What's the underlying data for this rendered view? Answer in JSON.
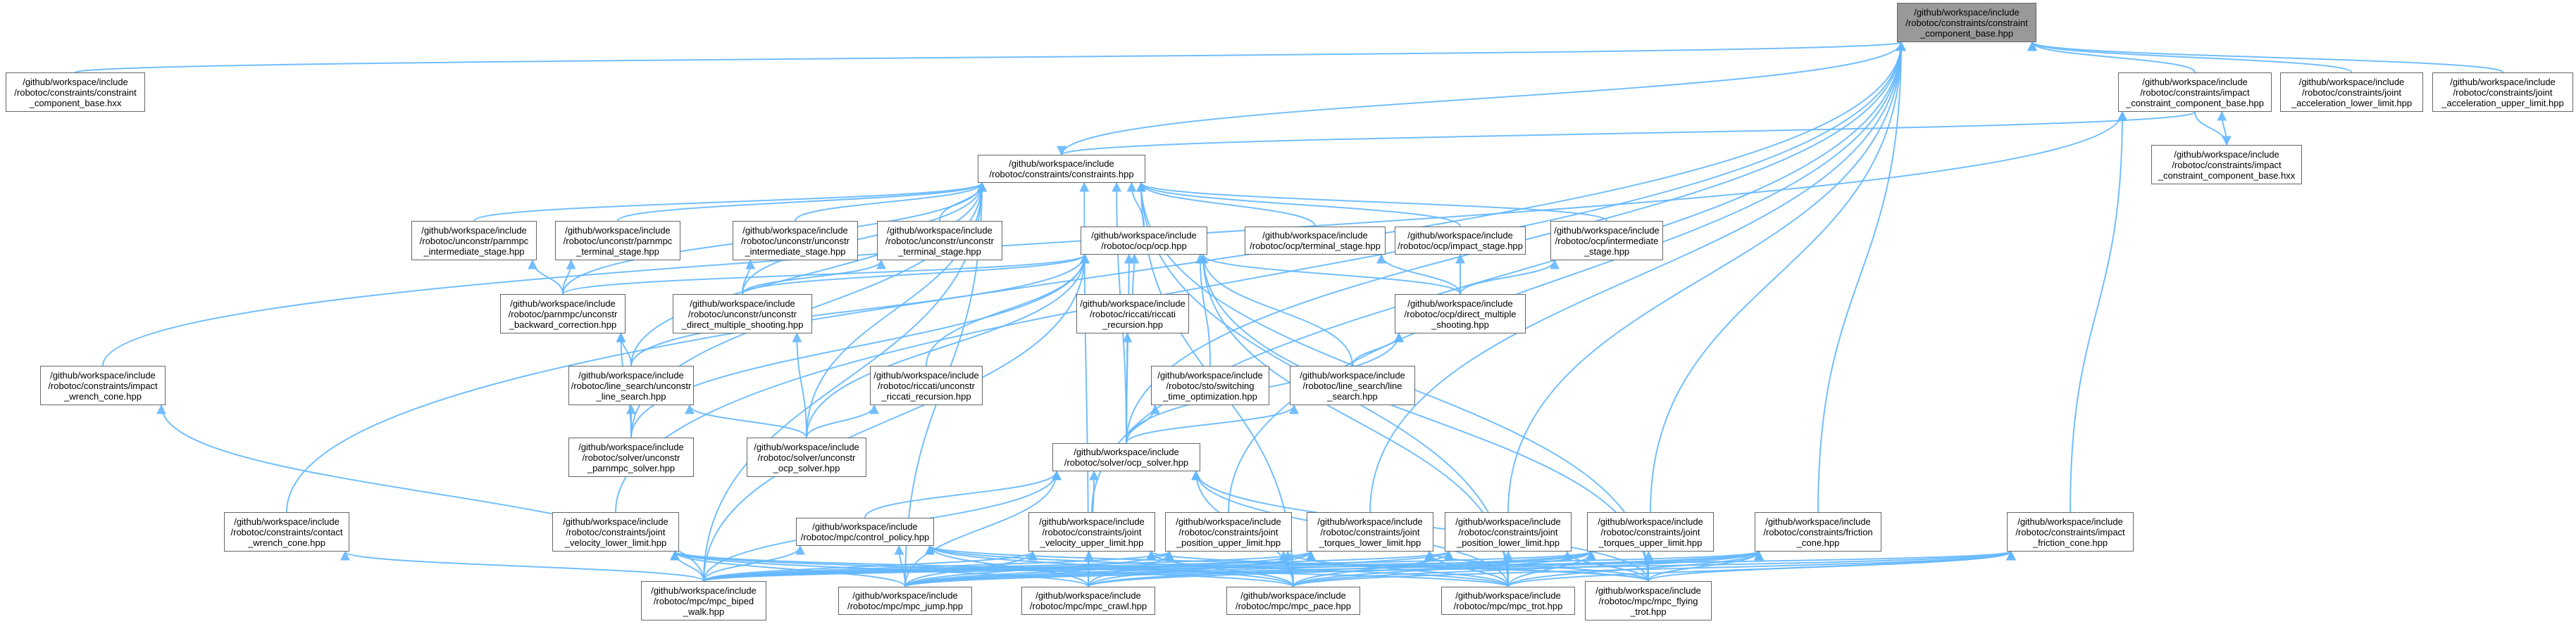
{
  "colors": {
    "edge": "#63b8ff",
    "node_border": "#666666",
    "root_fill": "#999999",
    "node_fill": "#ffffff"
  },
  "nodes": [
    {
      "id": "root",
      "lines": [
        "/github/workspace/include",
        "/robotoc/constraints/constraint",
        "_component_base.hpp"
      ]
    },
    {
      "id": "ccb_hxx",
      "lines": [
        "/github/workspace/include",
        "/robotoc/constraints/constraint",
        "_component_base.hxx"
      ]
    },
    {
      "id": "impact_ccb",
      "lines": [
        "/github/workspace/include",
        "/robotoc/constraints/impact",
        "_constraint_component_base.hpp"
      ]
    },
    {
      "id": "ja_lower",
      "lines": [
        "/github/workspace/include",
        "/robotoc/constraints/joint",
        "_acceleration_lower_limit.hpp"
      ]
    },
    {
      "id": "ja_upper",
      "lines": [
        "/github/workspace/include",
        "/robotoc/constraints/joint",
        "_acceleration_upper_limit.hpp"
      ]
    },
    {
      "id": "constraints",
      "lines": [
        "/github/workspace/include",
        "/robotoc/constraints/constraints.hpp"
      ]
    },
    {
      "id": "impact_ccb_hxx",
      "lines": [
        "/github/workspace/include",
        "/robotoc/constraints/impact",
        "_constraint_component_base.hxx"
      ]
    },
    {
      "id": "pm_inter",
      "lines": [
        "/github/workspace/include",
        "/robotoc/unconstr/parnmpc",
        "_intermediate_stage.hpp"
      ]
    },
    {
      "id": "pm_term",
      "lines": [
        "/github/workspace/include",
        "/robotoc/unconstr/parnmpc",
        "_terminal_stage.hpp"
      ]
    },
    {
      "id": "un_inter",
      "lines": [
        "/github/workspace/include",
        "/robotoc/unconstr/unconstr",
        "_intermediate_stage.hpp"
      ]
    },
    {
      "id": "un_term",
      "lines": [
        "/github/workspace/include",
        "/robotoc/unconstr/unconstr",
        "_terminal_stage.hpp"
      ]
    },
    {
      "id": "ocp",
      "lines": [
        "/github/workspace/include",
        "/robotoc/ocp/ocp.hpp"
      ]
    },
    {
      "id": "ocp_term",
      "lines": [
        "/github/workspace/include",
        "/robotoc/ocp/terminal_stage.hpp"
      ]
    },
    {
      "id": "ocp_impact",
      "lines": [
        "/github/workspace/include",
        "/robotoc/ocp/impact_stage.hpp"
      ]
    },
    {
      "id": "ocp_inter",
      "lines": [
        "/github/workspace/include",
        "/robotoc/ocp/intermediate",
        "_stage.hpp"
      ]
    },
    {
      "id": "pm_bwd",
      "lines": [
        "/github/workspace/include",
        "/robotoc/parnmpc/unconstr",
        "_backward_correction.hpp"
      ]
    },
    {
      "id": "un_dms",
      "lines": [
        "/github/workspace/include",
        "/robotoc/unconstr/unconstr",
        "_direct_multiple_shooting.hpp"
      ]
    },
    {
      "id": "riccati_rec",
      "lines": [
        "/github/workspace/include",
        "/robotoc/riccati/riccati",
        "_recursion.hpp"
      ]
    },
    {
      "id": "ocp_dms",
      "lines": [
        "/github/workspace/include",
        "/robotoc/ocp/direct_multiple",
        "_shooting.hpp"
      ]
    },
    {
      "id": "impact_wrench",
      "lines": [
        "/github/workspace/include",
        "/robotoc/constraints/impact",
        "_wrench_cone.hpp"
      ]
    },
    {
      "id": "ls_un",
      "lines": [
        "/github/workspace/include",
        "/robotoc/line_search/unconstr",
        "_line_search.hpp"
      ]
    },
    {
      "id": "riccati_un",
      "lines": [
        "/github/workspace/include",
        "/robotoc/riccati/unconstr",
        "_riccati_recursion.hpp"
      ]
    },
    {
      "id": "sto",
      "lines": [
        "/github/workspace/include",
        "/robotoc/sto/switching",
        "_time_optimization.hpp"
      ]
    },
    {
      "id": "ls",
      "lines": [
        "/github/workspace/include",
        "/robotoc/line_search/line",
        "_search.hpp"
      ]
    },
    {
      "id": "solver_pm",
      "lines": [
        "/github/workspace/include",
        "/robotoc/solver/unconstr",
        "_parnmpc_solver.hpp"
      ]
    },
    {
      "id": "solver_un",
      "lines": [
        "/github/workspace/include",
        "/robotoc/solver/unconstr",
        "_ocp_solver.hpp"
      ]
    },
    {
      "id": "ocp_solver",
      "lines": [
        "/github/workspace/include",
        "/robotoc/solver/ocp_solver.hpp"
      ]
    },
    {
      "id": "contact_wrench",
      "lines": [
        "/github/workspace/include",
        "/robotoc/constraints/contact",
        "_wrench_cone.hpp"
      ]
    },
    {
      "id": "jv_lower",
      "lines": [
        "/github/workspace/include",
        "/robotoc/constraints/joint",
        "_velocity_lower_limit.hpp"
      ]
    },
    {
      "id": "control_policy",
      "lines": [
        "/github/workspace/include",
        "/robotoc/mpc/control_policy.hpp"
      ]
    },
    {
      "id": "jv_upper",
      "lines": [
        "/github/workspace/include",
        "/robotoc/constraints/joint",
        "_velocity_upper_limit.hpp"
      ]
    },
    {
      "id": "jp_upper",
      "lines": [
        "/github/workspace/include",
        "/robotoc/constraints/joint",
        "_position_upper_limit.hpp"
      ]
    },
    {
      "id": "jt_lower",
      "lines": [
        "/github/workspace/include",
        "/robotoc/constraints/joint",
        "_torques_lower_limit.hpp"
      ]
    },
    {
      "id": "jp_lower",
      "lines": [
        "/github/workspace/include",
        "/robotoc/constraints/joint",
        "_position_lower_limit.hpp"
      ]
    },
    {
      "id": "jt_upper",
      "lines": [
        "/github/workspace/include",
        "/robotoc/constraints/joint",
        "_torques_upper_limit.hpp"
      ]
    },
    {
      "id": "friction",
      "lines": [
        "/github/workspace/include",
        "/robotoc/constraints/friction",
        "_cone.hpp"
      ]
    },
    {
      "id": "impact_friction",
      "lines": [
        "/github/workspace/include",
        "/robotoc/constraints/impact",
        "_friction_cone.hpp"
      ]
    },
    {
      "id": "mpc_biped",
      "lines": [
        "/github/workspace/include",
        "/robotoc/mpc/mpc_biped",
        "_walk.hpp"
      ]
    },
    {
      "id": "mpc_jump",
      "lines": [
        "/github/workspace/include",
        "/robotoc/mpc/mpc_jump.hpp"
      ]
    },
    {
      "id": "mpc_crawl",
      "lines": [
        "/github/workspace/include",
        "/robotoc/mpc/mpc_crawl.hpp"
      ]
    },
    {
      "id": "mpc_pace",
      "lines": [
        "/github/workspace/include",
        "/robotoc/mpc/mpc_pace.hpp"
      ]
    },
    {
      "id": "mpc_trot",
      "lines": [
        "/github/workspace/include",
        "/robotoc/mpc/mpc_trot.hpp"
      ]
    },
    {
      "id": "mpc_flying",
      "lines": [
        "/github/workspace/include",
        "/robotoc/mpc/mpc_flying",
        "_trot.hpp"
      ]
    }
  ],
  "edges": [
    [
      "ccb_hxx",
      "root"
    ],
    [
      "impact_ccb",
      "root"
    ],
    [
      "ja_lower",
      "root"
    ],
    [
      "ja_upper",
      "root"
    ],
    [
      "constraints",
      "root"
    ],
    [
      "impact_ccb_hxx",
      "impact_ccb"
    ],
    [
      "impact_ccb",
      "impact_ccb_hxx"
    ],
    [
      "impact_ccb",
      "constraints"
    ],
    [
      "impact_wrench",
      "impact_ccb"
    ],
    [
      "impact_friction",
      "impact_ccb"
    ],
    [
      "contact_wrench",
      "root"
    ],
    [
      "jv_lower",
      "root"
    ],
    [
      "jv_upper",
      "root"
    ],
    [
      "jp_upper",
      "root"
    ],
    [
      "jt_lower",
      "root"
    ],
    [
      "jp_lower",
      "root"
    ],
    [
      "jt_upper",
      "root"
    ],
    [
      "friction",
      "root"
    ],
    [
      "ocp_solver",
      "root"
    ],
    [
      "pm_inter",
      "constraints"
    ],
    [
      "pm_term",
      "constraints"
    ],
    [
      "un_inter",
      "constraints"
    ],
    [
      "un_term",
      "constraints"
    ],
    [
      "ocp",
      "constraints"
    ],
    [
      "ocp_term",
      "constraints"
    ],
    [
      "ocp_impact",
      "constraints"
    ],
    [
      "ocp_inter",
      "constraints"
    ],
    [
      "pm_bwd",
      "constraints"
    ],
    [
      "un_dms",
      "constraints"
    ],
    [
      "ls_un",
      "constraints"
    ],
    [
      "solver_pm",
      "constraints"
    ],
    [
      "solver_un",
      "constraints"
    ],
    [
      "ocp_solver",
      "constraints"
    ],
    [
      "mpc_biped",
      "constraints"
    ],
    [
      "mpc_jump",
      "constraints"
    ],
    [
      "mpc_crawl",
      "constraints"
    ],
    [
      "mpc_pace",
      "constraints"
    ],
    [
      "mpc_trot",
      "constraints"
    ],
    [
      "mpc_flying",
      "constraints"
    ],
    [
      "pm_bwd",
      "pm_inter"
    ],
    [
      "pm_bwd",
      "pm_term"
    ],
    [
      "un_dms",
      "un_inter"
    ],
    [
      "un_dms",
      "un_term"
    ],
    [
      "ocp_dms",
      "ocp_term"
    ],
    [
      "ocp_dms",
      "ocp_impact"
    ],
    [
      "ocp_dms",
      "ocp_inter"
    ],
    [
      "pm_bwd",
      "ocp"
    ],
    [
      "un_dms",
      "ocp"
    ],
    [
      "riccati_rec",
      "ocp"
    ],
    [
      "ocp_dms",
      "ocp"
    ],
    [
      "ls_un",
      "ocp"
    ],
    [
      "riccati_un",
      "ocp"
    ],
    [
      "sto",
      "ocp"
    ],
    [
      "ls",
      "ocp"
    ],
    [
      "solver_pm",
      "ocp"
    ],
    [
      "solver_un",
      "ocp"
    ],
    [
      "ocp_solver",
      "ocp"
    ],
    [
      "mpc_biped",
      "ocp"
    ],
    [
      "mpc_flying",
      "ocp"
    ],
    [
      "mpc_trot",
      "ocp"
    ],
    [
      "ls_un",
      "pm_bwd"
    ],
    [
      "solver_pm",
      "pm_bwd"
    ],
    [
      "solver_un",
      "un_dms"
    ],
    [
      "ls",
      "ocp_dms"
    ],
    [
      "ocp_solver",
      "ocp_dms"
    ],
    [
      "solver_pm",
      "ls_un"
    ],
    [
      "solver_un",
      "ls_un"
    ],
    [
      "solver_un",
      "riccati_un"
    ],
    [
      "ocp_solver",
      "riccati_rec"
    ],
    [
      "ocp_solver",
      "sto"
    ],
    [
      "ocp_solver",
      "ls"
    ],
    [
      "control_policy",
      "ocp_solver"
    ],
    [
      "mpc_biped",
      "ocp_solver"
    ],
    [
      "mpc_jump",
      "ocp_solver"
    ],
    [
      "mpc_crawl",
      "ocp_solver"
    ],
    [
      "mpc_pace",
      "ocp_solver"
    ],
    [
      "mpc_trot",
      "ocp_solver"
    ],
    [
      "mpc_flying",
      "ocp_solver"
    ],
    [
      "mpc_biped",
      "control_policy"
    ],
    [
      "mpc_jump",
      "control_policy"
    ],
    [
      "mpc_crawl",
      "control_policy"
    ],
    [
      "mpc_pace",
      "control_policy"
    ],
    [
      "mpc_trot",
      "control_policy"
    ],
    [
      "mpc_flying",
      "control_policy"
    ],
    [
      "mpc_biped",
      "impact_wrench"
    ],
    [
      "mpc_biped",
      "contact_wrench"
    ],
    [
      "mpc_biped",
      "jv_lower"
    ],
    [
      "mpc_jump",
      "jv_lower"
    ],
    [
      "mpc_crawl",
      "jv_lower"
    ],
    [
      "mpc_pace",
      "jv_lower"
    ],
    [
      "mpc_trot",
      "jv_lower"
    ],
    [
      "mpc_biped",
      "jv_upper"
    ],
    [
      "mpc_jump",
      "jv_upper"
    ],
    [
      "mpc_crawl",
      "jv_upper"
    ],
    [
      "mpc_pace",
      "jv_upper"
    ],
    [
      "mpc_flying",
      "jv_upper"
    ],
    [
      "mpc_biped",
      "jp_upper"
    ],
    [
      "mpc_jump",
      "jp_upper"
    ],
    [
      "mpc_crawl",
      "jp_upper"
    ],
    [
      "mpc_pace",
      "jp_upper"
    ],
    [
      "mpc_trot",
      "jp_upper"
    ],
    [
      "mpc_biped",
      "jt_lower"
    ],
    [
      "mpc_jump",
      "jt_lower"
    ],
    [
      "mpc_crawl",
      "jt_lower"
    ],
    [
      "mpc_trot",
      "jt_lower"
    ],
    [
      "mpc_flying",
      "jt_lower"
    ],
    [
      "mpc_biped",
      "jp_lower"
    ],
    [
      "mpc_jump",
      "jp_lower"
    ],
    [
      "mpc_pace",
      "jp_lower"
    ],
    [
      "mpc_trot",
      "jp_lower"
    ],
    [
      "mpc_flying",
      "jp_lower"
    ],
    [
      "mpc_biped",
      "jt_upper"
    ],
    [
      "mpc_jump",
      "jt_upper"
    ],
    [
      "mpc_crawl",
      "jt_upper"
    ],
    [
      "mpc_pace",
      "jt_upper"
    ],
    [
      "mpc_trot",
      "jt_upper"
    ],
    [
      "mpc_flying",
      "jt_upper"
    ],
    [
      "mpc_biped",
      "friction"
    ],
    [
      "mpc_jump",
      "friction"
    ],
    [
      "mpc_crawl",
      "friction"
    ],
    [
      "mpc_pace",
      "friction"
    ],
    [
      "mpc_trot",
      "friction"
    ],
    [
      "mpc_flying",
      "friction"
    ],
    [
      "mpc_jump",
      "impact_friction"
    ],
    [
      "mpc_pace",
      "impact_friction"
    ],
    [
      "mpc_trot",
      "impact_friction"
    ],
    [
      "mpc_flying",
      "impact_friction"
    ],
    [
      "mpc_biped",
      "impact_friction"
    ]
  ]
}
